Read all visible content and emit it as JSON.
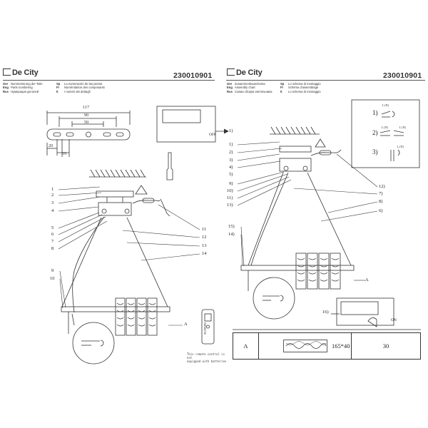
{
  "brand": "De City",
  "left_page": {
    "product_code": "230010901",
    "header_lines": [
      {
        "lang": "Ger",
        "text": "Nummerierung der Teile"
      },
      {
        "lang": "Eng",
        "text": "Parts numbering"
      },
      {
        "lang": "Rus",
        "text": "Нумерация деталей"
      }
    ],
    "header_lines_right": [
      {
        "lang": "Sp",
        "text": "La numeración de las piezas"
      },
      {
        "lang": "Fr",
        "text": "Numérotation des composants"
      },
      {
        "lang": "It",
        "text": "I numeri dei dettagli"
      }
    ],
    "dimensions": [
      "117",
      "90",
      "50",
      "20",
      "10"
    ],
    "switch_label": "OFF",
    "callout_switch": "1)",
    "remote_label": "REMOTE",
    "remote_note": [
      "This remote control is not",
      "equipped with batteries"
    ],
    "letter_label": "A",
    "part_numbers_left": [
      "1",
      "2",
      "3",
      "4",
      "5",
      "6",
      "7",
      "8",
      "9",
      "10"
    ],
    "part_numbers_right": [
      "11",
      "12",
      "13",
      "14"
    ]
  },
  "right_page": {
    "product_code": "230010901",
    "header_lines": [
      {
        "lang": "Ger",
        "text": "Zusammenbauschema"
      },
      {
        "lang": "Eng",
        "text": "Assembly chart"
      },
      {
        "lang": "Rus",
        "text": "Схема сборки светильника"
      }
    ],
    "header_lines_right": [
      {
        "lang": "Sp",
        "text": "Lo schema di montaggio"
      },
      {
        "lang": "Fr",
        "text": "Schéma d'assemblage"
      },
      {
        "lang": "It",
        "text": "Lo schema di montaggio"
      }
    ],
    "steps": [
      "1)",
      "2)",
      "3)"
    ],
    "wire_labels": [
      "L (N)",
      "L (N)",
      "L (N)",
      "L (N)"
    ],
    "part_numbers_left": [
      "1)",
      "2)",
      "3)",
      "4)",
      "5)",
      "9)",
      "10)",
      "11)",
      "13)",
      "15)",
      "14)"
    ],
    "part_numbers_right": [
      "12)",
      "7)",
      "8)",
      "6)"
    ],
    "callout_switch": "16)",
    "switch_label": "ON",
    "letter_label": "A",
    "table": {
      "letter": "A",
      "size": "165*40",
      "count": "30"
    }
  }
}
